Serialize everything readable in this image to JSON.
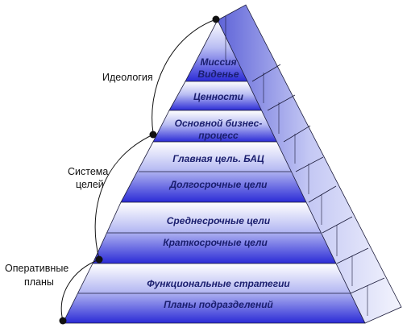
{
  "levels": [
    {
      "line1": "Миссия",
      "line2": "Виденье"
    },
    {
      "line1": "Ценности"
    },
    {
      "line1": "Основной бизнес-",
      "line2": "процесс"
    },
    {
      "line1": "Главная цель. БАЦ"
    },
    {
      "line1": "Долгосрочные цели"
    },
    {
      "line1": "Среднесрочные цели"
    },
    {
      "line1": "Краткосрочные цели"
    },
    {
      "line1": "Функциональные стратегии"
    },
    {
      "line1": "Планы подразделений"
    }
  ],
  "groups": [
    {
      "line1": "Идеология"
    },
    {
      "line1": "Система",
      "line2": "целей"
    },
    {
      "line1": "Оперативные",
      "line2": "планы"
    }
  ],
  "colors": {
    "band_light": "#ffffff",
    "band_dark": "#2b2bd6",
    "side_light": "#e6e8fa",
    "side_dark": "#6a6fdc",
    "text": "#1a1e6e",
    "outline": "#1a1a3a"
  }
}
